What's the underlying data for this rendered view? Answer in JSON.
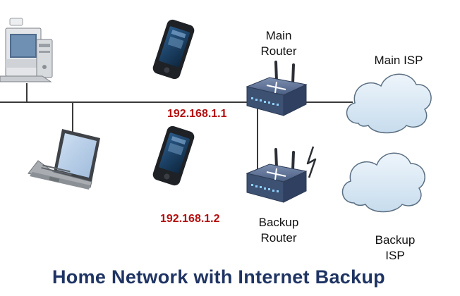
{
  "labels": {
    "main_router": [
      "Main",
      "Router"
    ],
    "backup_router": [
      "Backup",
      "Router"
    ],
    "main_isp": "Main ISP",
    "backup_isp": [
      "Backup",
      "ISP"
    ]
  },
  "ip": {
    "main": "192.168.1.1",
    "backup": "192.168.1.2"
  },
  "title": "Home Network with Internet Backup",
  "colors": {
    "ip_text": "#b50d0d",
    "title_text": "#1f3463",
    "line": "#3a3a3a",
    "router_body": "#3d5172",
    "cloud_fill": "#dbe9f5",
    "cloud_stroke": "#5b6f82"
  },
  "icons": [
    "desktop-computer-icon",
    "smartphone-icon",
    "laptop-icon",
    "router-icon",
    "cloud-icon",
    "wireless-signal-icon"
  ]
}
